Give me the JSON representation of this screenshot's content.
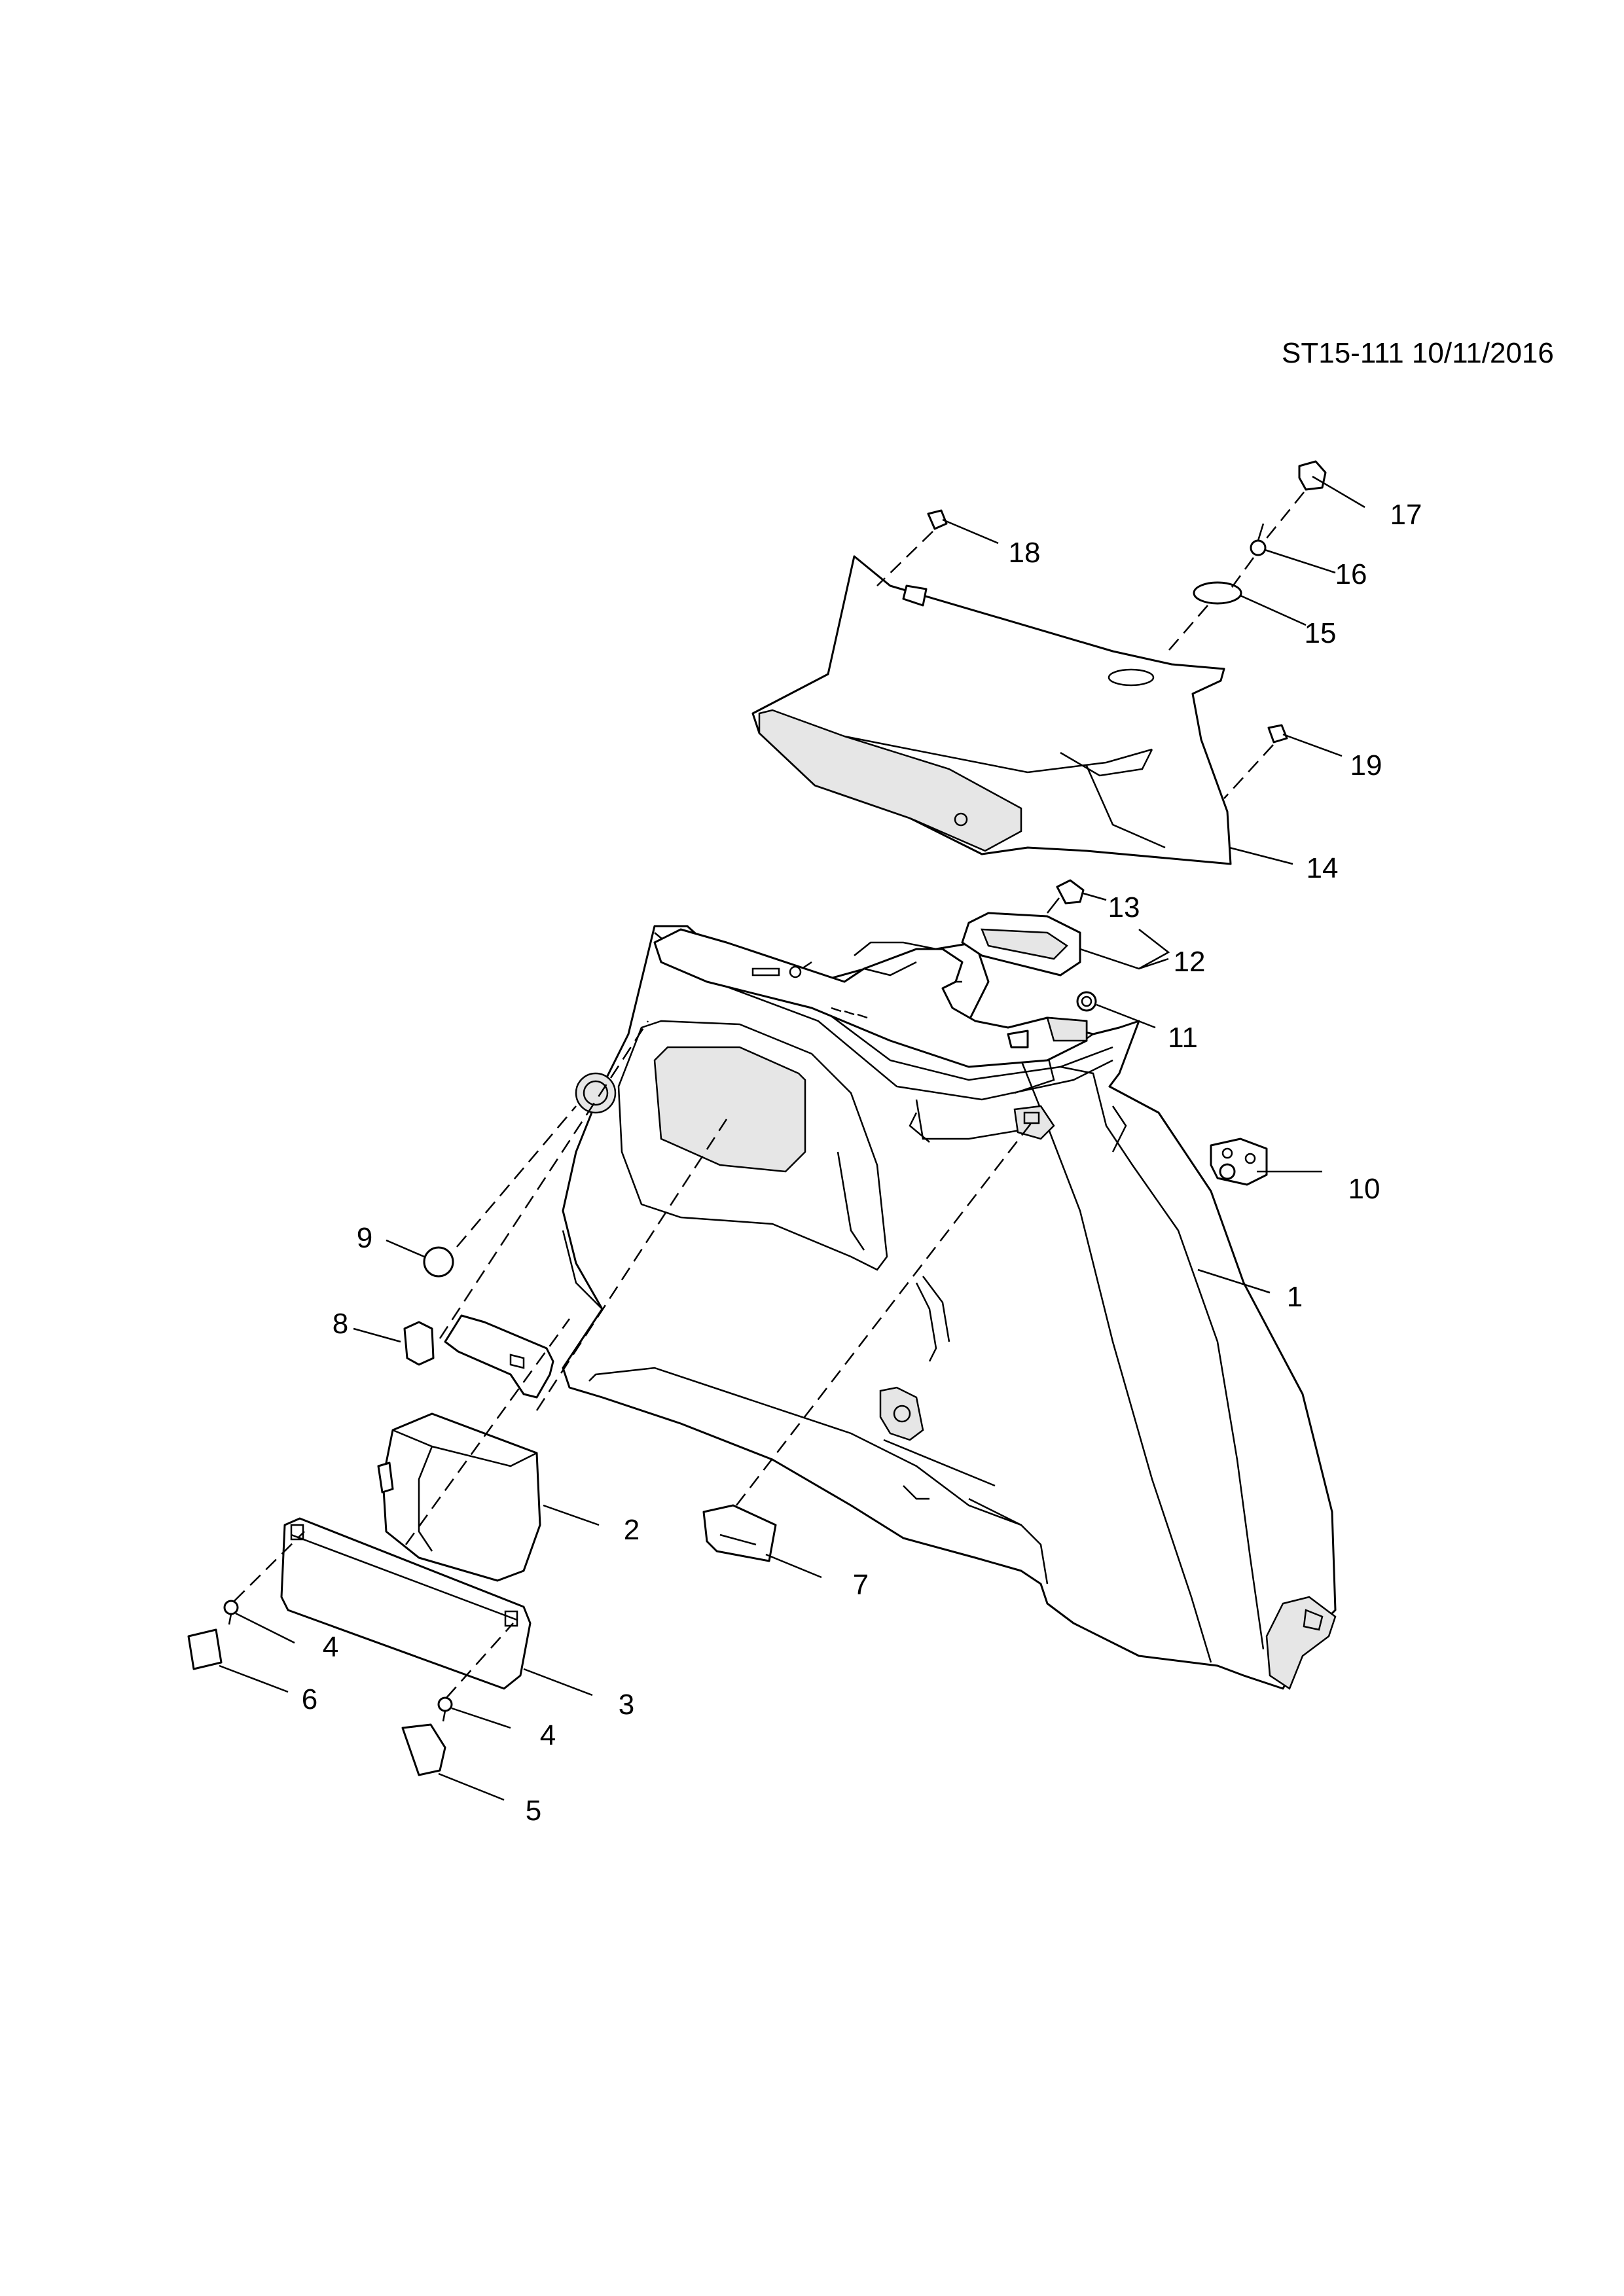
{
  "diagram": {
    "reference": "ST15-111 10/11/2016",
    "callouts": [
      {
        "id": "c1",
        "label": "1"
      },
      {
        "id": "c2",
        "label": "2"
      },
      {
        "id": "c3",
        "label": "3"
      },
      {
        "id": "c4a",
        "label": "4"
      },
      {
        "id": "c4b",
        "label": "4"
      },
      {
        "id": "c5",
        "label": "5"
      },
      {
        "id": "c6",
        "label": "6"
      },
      {
        "id": "c7",
        "label": "7"
      },
      {
        "id": "c8",
        "label": "8"
      },
      {
        "id": "c9",
        "label": "9"
      },
      {
        "id": "c10",
        "label": "10"
      },
      {
        "id": "c11",
        "label": "11"
      },
      {
        "id": "c12",
        "label": "12"
      },
      {
        "id": "c13",
        "label": "13"
      },
      {
        "id": "c14",
        "label": "14"
      },
      {
        "id": "c15",
        "label": "15"
      },
      {
        "id": "c16",
        "label": "16"
      },
      {
        "id": "c17",
        "label": "17"
      },
      {
        "id": "c18",
        "label": "18"
      },
      {
        "id": "c19",
        "label": "19"
      }
    ]
  }
}
